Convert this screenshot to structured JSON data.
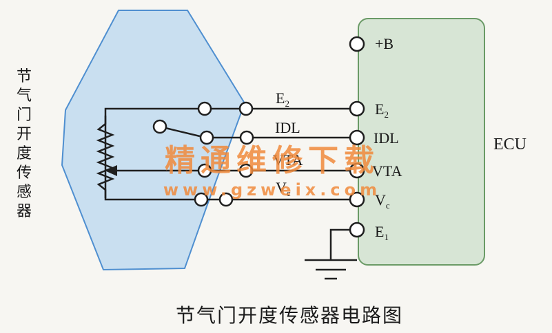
{
  "sensor": {
    "label_chars": [
      "节",
      "气",
      "门",
      "开",
      "度",
      "传",
      "感",
      "器"
    ]
  },
  "ecu": {
    "label": "ECU"
  },
  "wires": {
    "e2_left": "E",
    "e2_left_sub": "2",
    "idl_left": "IDL",
    "vta_left": "VTA",
    "vc_left": "V",
    "vc_left_sub": "c"
  },
  "terminals": {
    "plus_b": "+B",
    "e2": "E",
    "e2_sub": "2",
    "idl": "IDL",
    "vta": "VTA",
    "vc": "V",
    "vc_sub": "c",
    "e1": "E",
    "e1_sub": "1"
  },
  "caption": "节气门开度传感器电路图",
  "watermark": {
    "title": "精通维修下载",
    "url": "www.gzweix.com"
  },
  "colors": {
    "sensor_fill": "#c9dff0",
    "sensor_stroke": "#4f8fd0",
    "ecu_fill": "#d7e5d5",
    "ecu_stroke": "#6a9a66",
    "wire": "#1f1f1f",
    "watermark": "#f08a3c"
  }
}
